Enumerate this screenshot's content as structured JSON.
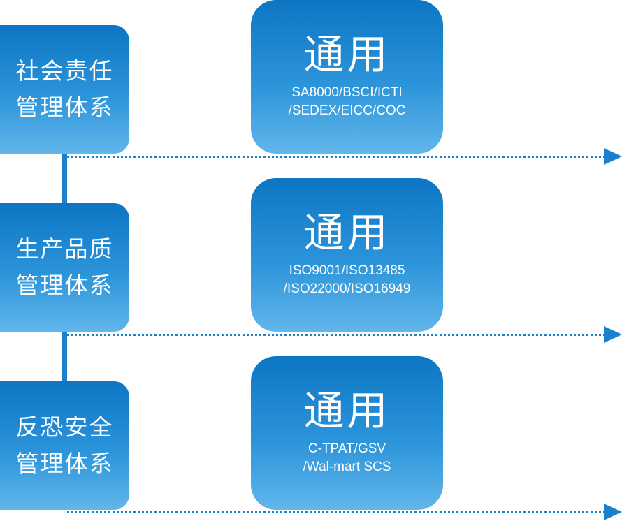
{
  "rows": [
    {
      "category_line1": "社会责任",
      "category_line2": "管理体系",
      "heading": "通用",
      "standards_line1": "SA8000/BSCI/ICTI",
      "standards_line2": "/SEDEX/EICC/COC"
    },
    {
      "category_line1": "生产品质",
      "category_line2": "管理体系",
      "heading": "通用",
      "standards_line1": "ISO9001/ISO13485",
      "standards_line2": "/ISO22000/ISO16949"
    },
    {
      "category_line1": "反恐安全",
      "category_line2": "管理体系",
      "heading": "通用",
      "standards_line1": "C-TPAT/GSV",
      "standards_line2": "/Wal-mart SCS"
    }
  ],
  "colors": {
    "box_top": "#0d76c4",
    "box_bottom": "#62b6ea",
    "line": "#1a80cc",
    "text": "#ffffff",
    "background": "#ffffff"
  }
}
